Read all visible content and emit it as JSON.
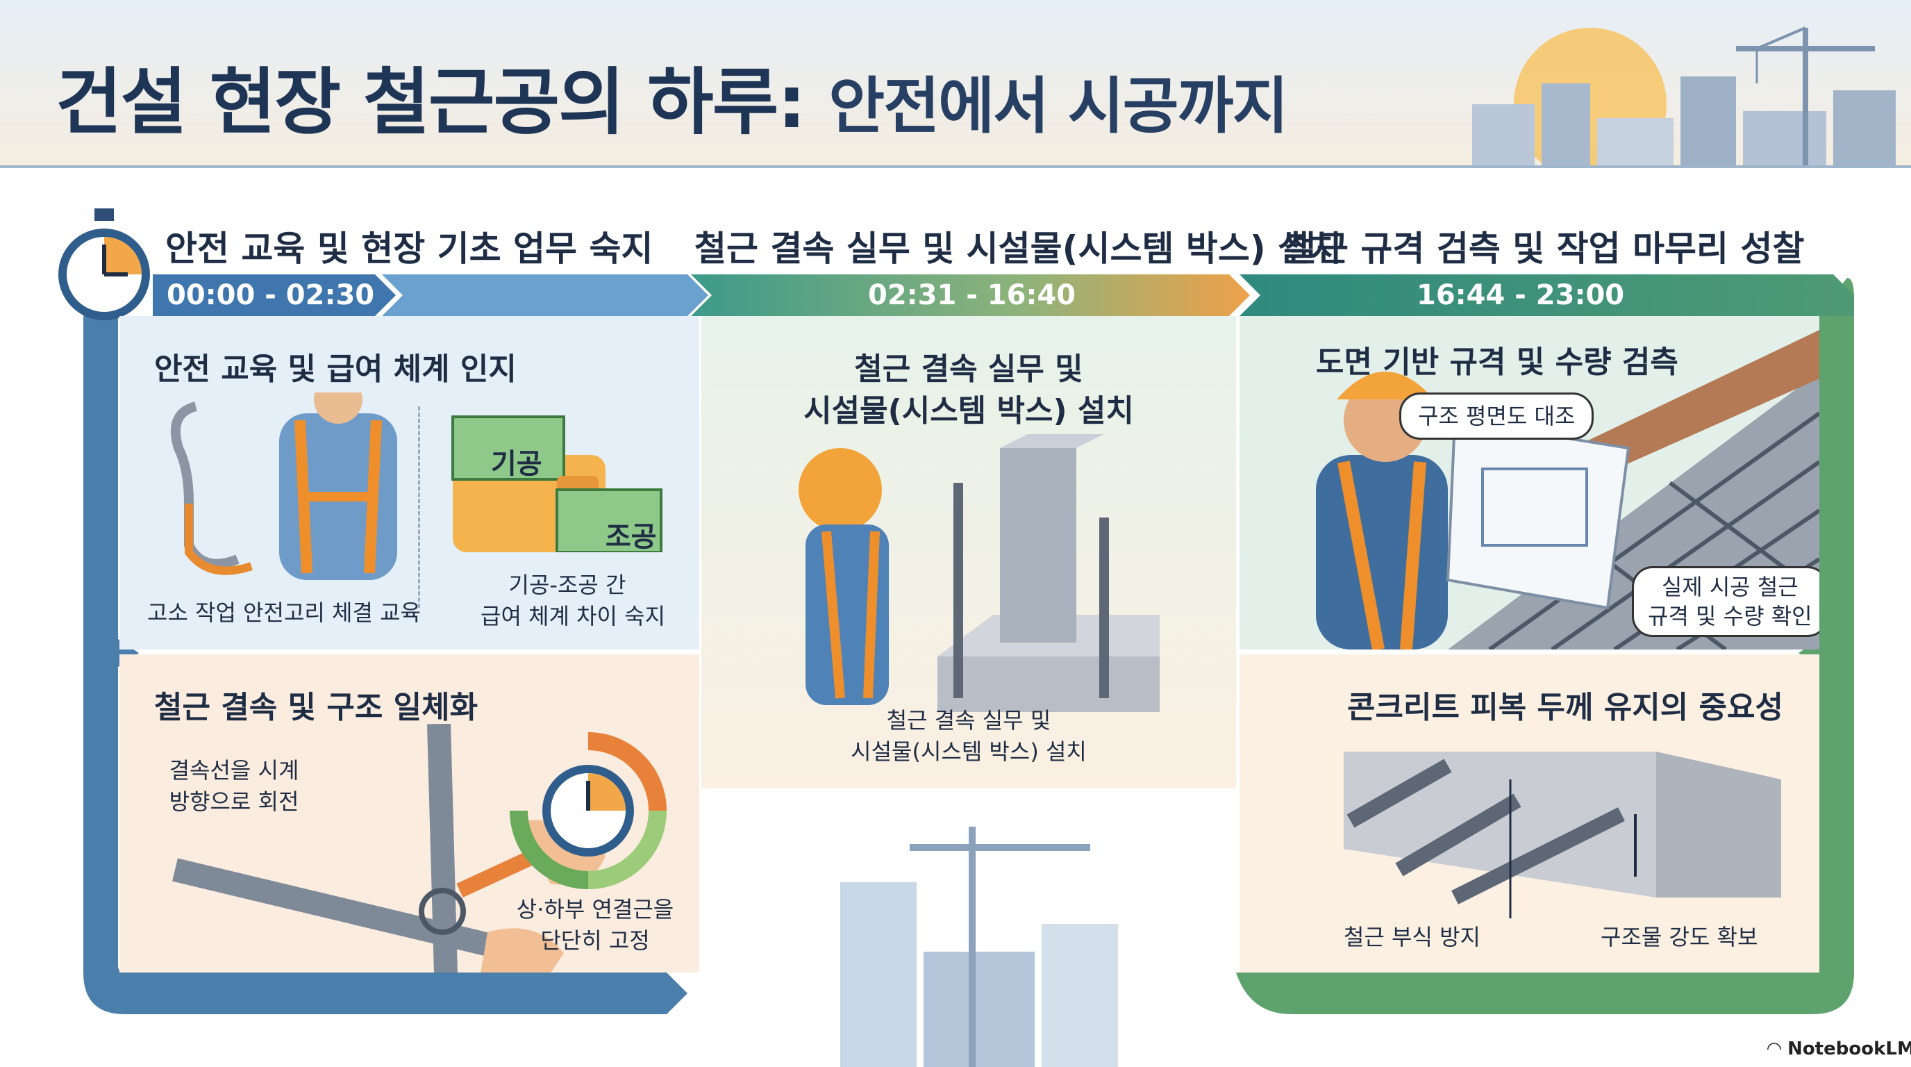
{
  "title": {
    "main": "건설 현장 철근공의 하루:",
    "sub": "안전에서 시공까지"
  },
  "phases": [
    {
      "title": "안전 교육 및 현장 기초 업무 숙지",
      "time": "00:00 - 02:30"
    },
    {
      "title": "철근 결속 실무 및 시설물(시스템 박스) 설치",
      "time": "02:31 - 16:40"
    },
    {
      "title": "철근 규격 검측 및 작업 마무리 성찰",
      "time": "16:44 - 23:00"
    }
  ],
  "panels": {
    "safety": {
      "title": "안전 교육 및 급여 체계 인지",
      "caption_left": "고소 작업 안전고리 체결 교육",
      "wallet_bill1": "기공",
      "wallet_bill2": "조공",
      "caption_right_line1": "기공-조공 간",
      "caption_right_line2": "급여 체계 차이 숙지"
    },
    "install": {
      "title_line1": "철근 결속 실무 및",
      "title_line2": "시설물(시스템 박스) 설치",
      "caption_line1": "철근 결속 실무 및",
      "caption_line2": "시설물(시스템 박스) 설치"
    },
    "inspect": {
      "title": "도면 기반 규격 및 수량 검측",
      "callout1": "구조 평면도 대조",
      "callout2_line1": "실제 시공 철근",
      "callout2_line2": "규격 및 수량 확인"
    },
    "tying": {
      "title": "철근 결속 및 구조 일체화",
      "note1_line1": "결속선을 시계",
      "note1_line2": "방향으로 회전",
      "note2_line1": "상·하부 연결근을",
      "note2_line2": "단단히 고정"
    },
    "cover": {
      "title": "콘크리트 피복 두께 유지의 중요성",
      "caption1": "철근 부식 방지",
      "caption2": "구조물 강도 확보"
    }
  },
  "watermark": "NotebookLM",
  "colors": {
    "blue": "#4f86b8",
    "teal": "#3d9a8a",
    "orange": "#e8a04a",
    "green": "#5fa86c",
    "navy": "#1f3556"
  }
}
